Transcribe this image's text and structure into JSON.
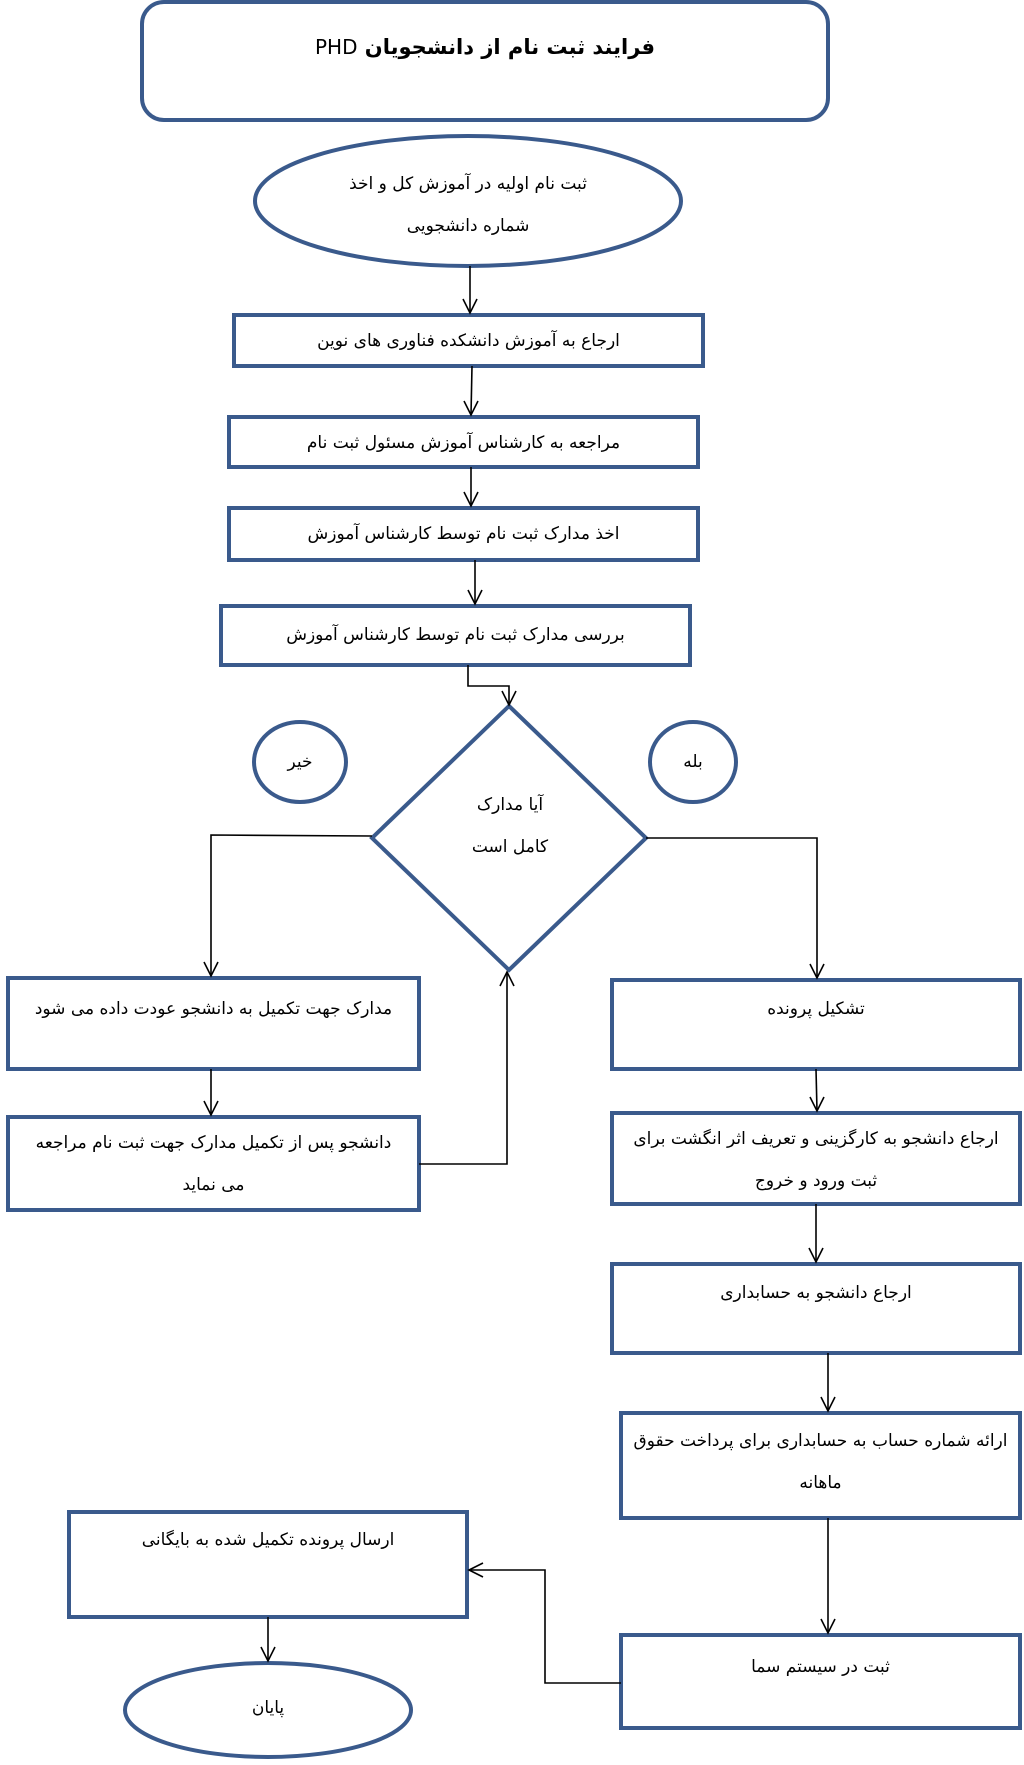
{
  "title": {
    "text": "فرایند ثبت نام از دانشجویان",
    "acronym": "PHD"
  },
  "start": {
    "line1": "ثبت نام اولیه در آموزش کل و اخذ",
    "line2": "شماره دانشجویی"
  },
  "step1": "ارجاع به آموزش دانشکده فناوری های نوین",
  "step2": "مراجعه به کارشناس آموزش مسئول ثبت نام",
  "step3": "اخذ مدارک ثبت نام توسط کارشناس آموزش",
  "step4": "بررسی مدارک ثبت نام توسط کارشناس آموزش",
  "decision": {
    "line1": "آیا مدارک",
    "line2": "کامل است"
  },
  "no_label": "خیر",
  "yes_label": "بله",
  "no_branch": {
    "return_docs": "مدارک جهت تکمیل به دانشجو عودت داده می شود",
    "resubmit": {
      "line1": "دانشجو پس از تکمیل مدارک جهت ثبت نام مراجعه",
      "line2": "می نماید"
    }
  },
  "yes_branch": {
    "create_file": "تشکیل پرونده",
    "hr_referral": {
      "line1": "ارجاع دانشجو به کارگزینی و تعریف اثر انگشت برای",
      "line2": "ثبت ورود و خروج"
    },
    "accounting_referral": "ارجاع دانشجو به حسابداری",
    "account_number": {
      "line1": "ارائه شماره حساب به حسابداری برای پرداخت حقوق",
      "line2": "ماهانه"
    },
    "sama_register": "ثبت در سیستم سما"
  },
  "archive": "ارسال پرونده تکمیل شده به بایگانی",
  "end": "پایان",
  "colors": {
    "shape_stroke": "#3a5a8c",
    "connector": "#000000",
    "background": "#ffffff"
  }
}
